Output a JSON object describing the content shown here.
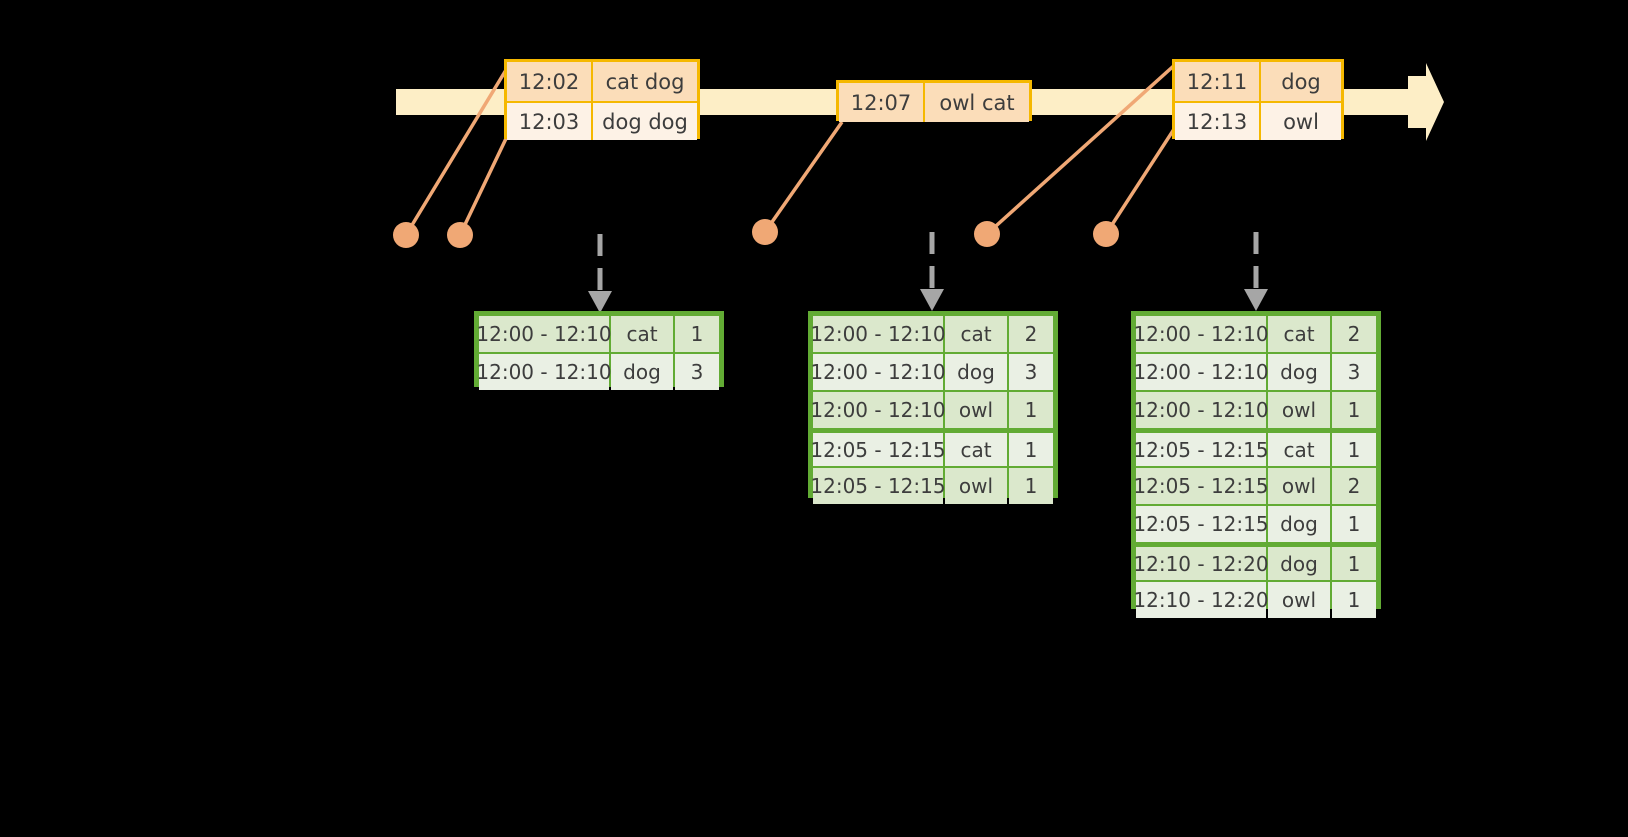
{
  "diagram": {
    "title": "sliding-window-word-count",
    "colors": {
      "background": "#000000",
      "timeline_fill": "#fdeec6",
      "event_border": "#f5b800",
      "event_shade": "#fbddb9",
      "event_plain": "#fdf2e6",
      "connector": "#f0a875",
      "table_border": "#62ab34",
      "table_shade": "#dbe8cc",
      "table_plain": "#eaf0e4",
      "arrow": "#a6a6a6"
    }
  },
  "timeline": {
    "name": "event-timeline",
    "event_groups": [
      {
        "id": "group-1",
        "rows": [
          {
            "time": "12:02",
            "words": "cat dog"
          },
          {
            "time": "12:03",
            "words": "dog dog"
          }
        ]
      },
      {
        "id": "group-2",
        "rows": [
          {
            "time": "12:07",
            "words": "owl cat"
          }
        ]
      },
      {
        "id": "group-3",
        "rows": [
          {
            "time": "12:11",
            "words": "dog"
          },
          {
            "time": "12:13",
            "words": "owl"
          }
        ]
      }
    ]
  },
  "tables": [
    {
      "id": "result-table-1",
      "rows": [
        {
          "window": "12:00 - 12:10",
          "word": "cat",
          "count": "1"
        },
        {
          "window": "12:00 - 12:10",
          "word": "dog",
          "count": "3"
        }
      ]
    },
    {
      "id": "result-table-2",
      "rows": [
        {
          "window": "12:00 - 12:10",
          "word": "cat",
          "count": "2"
        },
        {
          "window": "12:00 - 12:10",
          "word": "dog",
          "count": "3"
        },
        {
          "window": "12:00 - 12:10",
          "word": "owl",
          "count": "1"
        },
        {
          "window": "12:05 - 12:15",
          "word": "cat",
          "count": "1"
        },
        {
          "window": "12:05 - 12:15",
          "word": "owl",
          "count": "1"
        }
      ]
    },
    {
      "id": "result-table-3",
      "rows": [
        {
          "window": "12:00 - 12:10",
          "word": "cat",
          "count": "2"
        },
        {
          "window": "12:00 - 12:10",
          "word": "dog",
          "count": "3"
        },
        {
          "window": "12:00 - 12:10",
          "word": "owl",
          "count": "1"
        },
        {
          "window": "12:05 - 12:15",
          "word": "cat",
          "count": "1"
        },
        {
          "window": "12:05 - 12:15",
          "word": "owl",
          "count": "2"
        },
        {
          "window": "12:05 - 12:15",
          "word": "dog",
          "count": "1"
        },
        {
          "window": "12:10 - 12:20",
          "word": "dog",
          "count": "1"
        },
        {
          "window": "12:10 - 12:20",
          "word": "owl",
          "count": "1"
        }
      ]
    }
  ]
}
